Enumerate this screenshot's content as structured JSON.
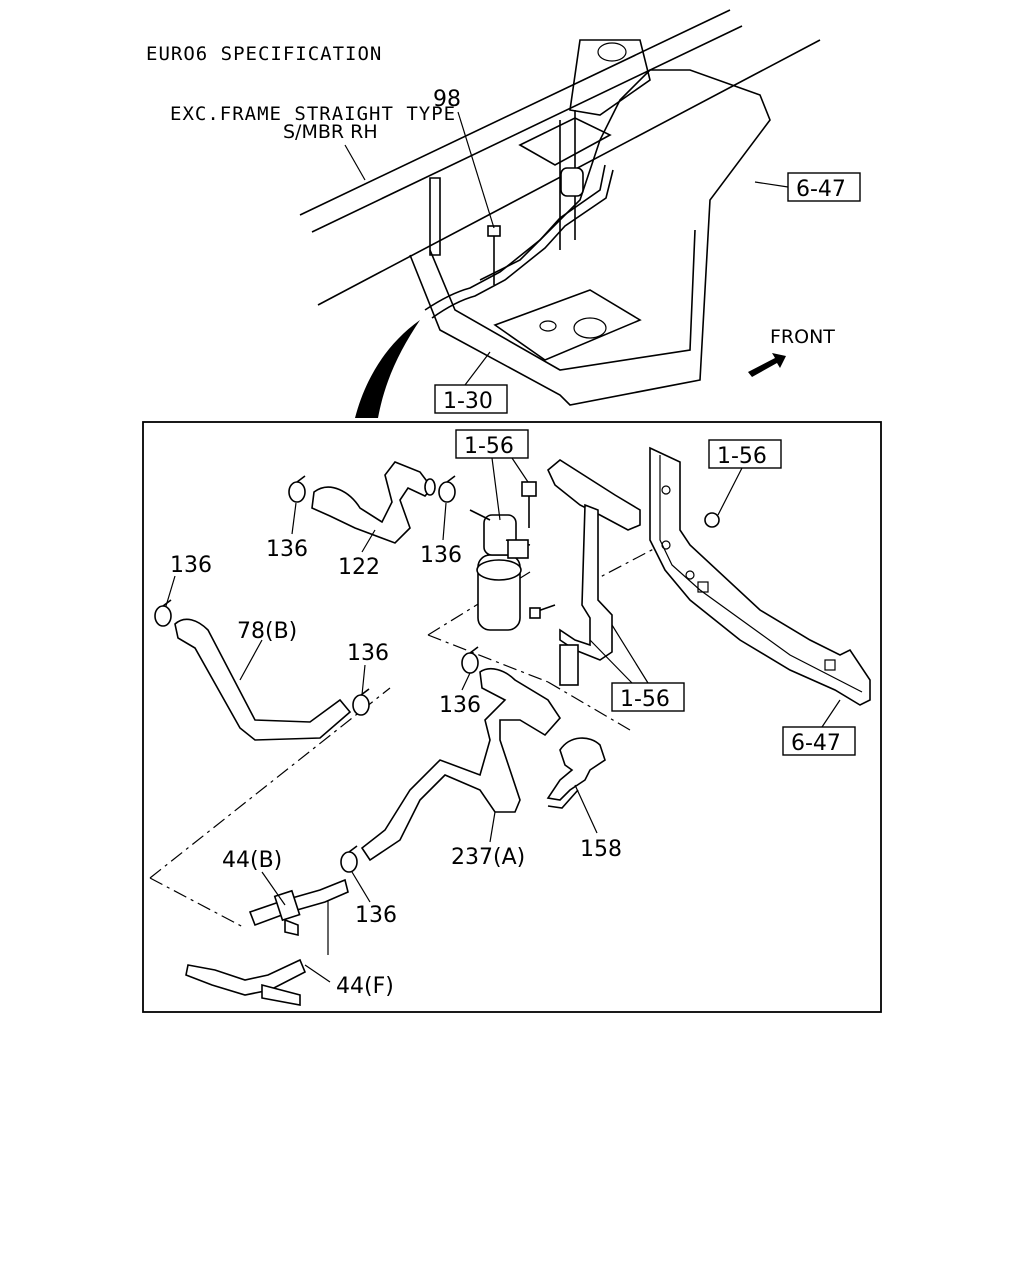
{
  "header": {
    "line1": "EURO6 SPECIFICATION",
    "line2": "EXC.FRAME STRAIGHT TYPE"
  },
  "upper": {
    "label_98": "98",
    "label_smbr": "S/MBR RH",
    "ref_6_47": "6-47",
    "ref_1_30": "1-30",
    "front": "FRONT"
  },
  "detail": {
    "ref_1_56_top": "1-56",
    "ref_1_56_right": "1-56",
    "ref_1_56_lower": "1-56",
    "ref_6_47": "6-47",
    "labels": {
      "c136_a": "136",
      "c136_b": "136",
      "c136_c": "136",
      "c136_d": "136",
      "c136_e": "136",
      "c136_f": "136",
      "p122": "122",
      "p78b": "78(B)",
      "p237a": "237(A)",
      "p158": "158",
      "p44b": "44(B)",
      "p44f": "44(F)"
    }
  }
}
